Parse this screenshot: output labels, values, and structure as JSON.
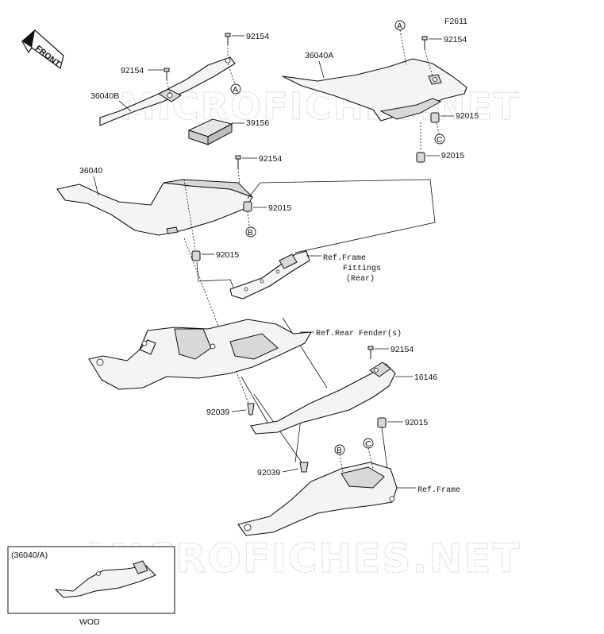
{
  "figure_code": "F2611",
  "front_label": "FRONT",
  "watermark": "MICROFICHES.NET",
  "parts": {
    "p36040B": "36040B",
    "p36040A": "36040A",
    "p36040": "36040",
    "p39156": "39156",
    "p16146": "16146",
    "p92154_a": "92154",
    "p92154_b": "92154",
    "p92154_c": "92154",
    "p92154_d": "92154",
    "p92154_e": "92154",
    "p92015_a": "92015",
    "p92015_b": "92015",
    "p92015_c": "92015",
    "p92015_d": "92015",
    "p92015_e": "92015",
    "p92039_a": "92039",
    "p92039_b": "92039"
  },
  "refs": {
    "frame_fittings_1": "Ref.Frame",
    "frame_fittings_2": "Fittings",
    "frame_fittings_3": "(Rear)",
    "rear_fender": "Ref.Rear Fender(s)",
    "frame": "Ref.Frame"
  },
  "markers": {
    "a1": "A",
    "a2": "A",
    "b1": "B",
    "b2": "B",
    "c1": "C",
    "c2": "C"
  },
  "inset": {
    "title": "(36040/A)",
    "caption": "WOD"
  }
}
